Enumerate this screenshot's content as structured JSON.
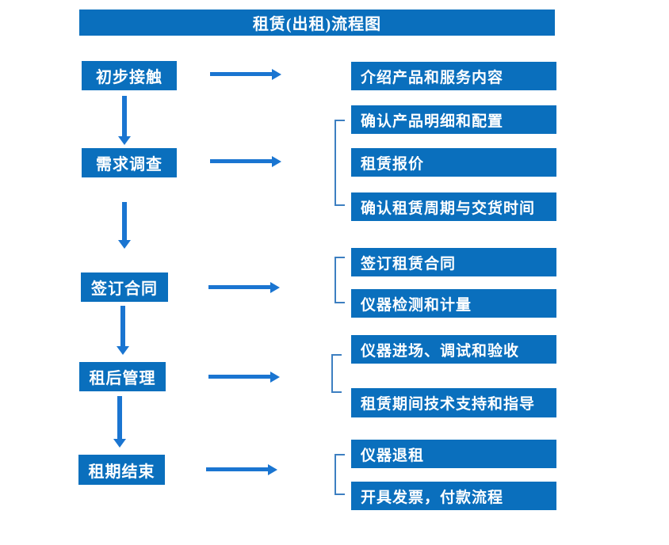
{
  "title": "租赁(出租)流程图",
  "colors": {
    "box_blue": "#0a6fbd",
    "arrow_blue": "#1a75d1",
    "bracket_blue": "#3d7fc1",
    "text_white": "#ffffff",
    "background": "#ffffff"
  },
  "flow": [
    {
      "stage": "初步接触",
      "details": [
        "介绍产品和服务内容"
      ]
    },
    {
      "stage": "需求调查",
      "details": [
        "确认产品明细和配置",
        "租赁报价",
        "确认租赁周期与交货时间"
      ]
    },
    {
      "stage": "签订合同",
      "details": [
        "签订租赁合同",
        "仪器检测和计量"
      ]
    },
    {
      "stage": "租后管理",
      "details": [
        "仪器进场、调试和验收",
        "租赁期间技术支持和指导"
      ]
    },
    {
      "stage": "租期结束",
      "details": [
        "仪器退租",
        "开具发票，付款流程"
      ]
    }
  ]
}
